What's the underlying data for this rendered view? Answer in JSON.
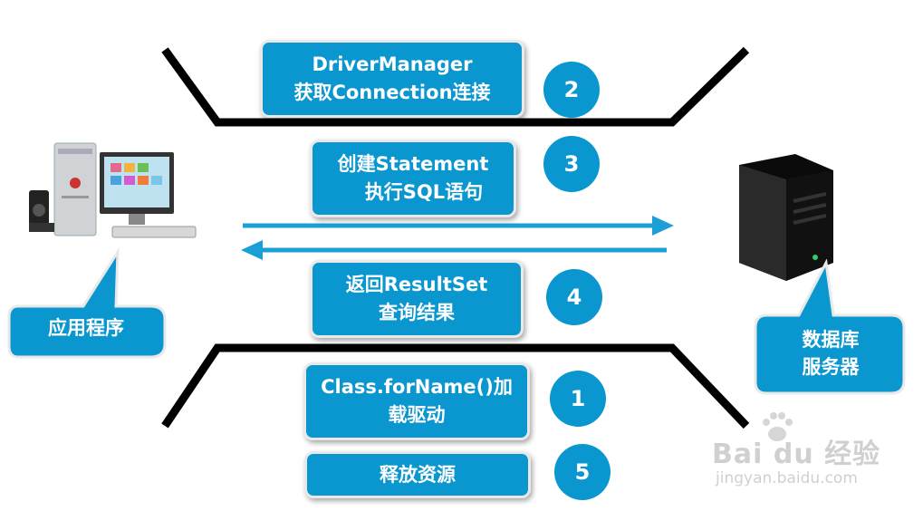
{
  "steps": {
    "s2": {
      "line1": "DriverManager",
      "line2": "获取Connection连接",
      "num": "2"
    },
    "s3": {
      "line1": "创建Statement",
      "line2": "执行SQL语句",
      "num": "3"
    },
    "s4": {
      "line1": "返回ResultSet",
      "line2": "查询结果",
      "num": "4"
    },
    "s1": {
      "line1": "Class.forName()加",
      "line2": "载驱动",
      "num": "1"
    },
    "s5": {
      "line1": "释放资源",
      "num": "5"
    }
  },
  "labels": {
    "client": "应用程序",
    "server_line1": "数据库",
    "server_line2": "服务器"
  },
  "watermark": {
    "brand": "Bai du 经验",
    "url": "jingyan.baidu.com"
  },
  "colors": {
    "accent": "#0a96cf",
    "line": "#000000"
  }
}
